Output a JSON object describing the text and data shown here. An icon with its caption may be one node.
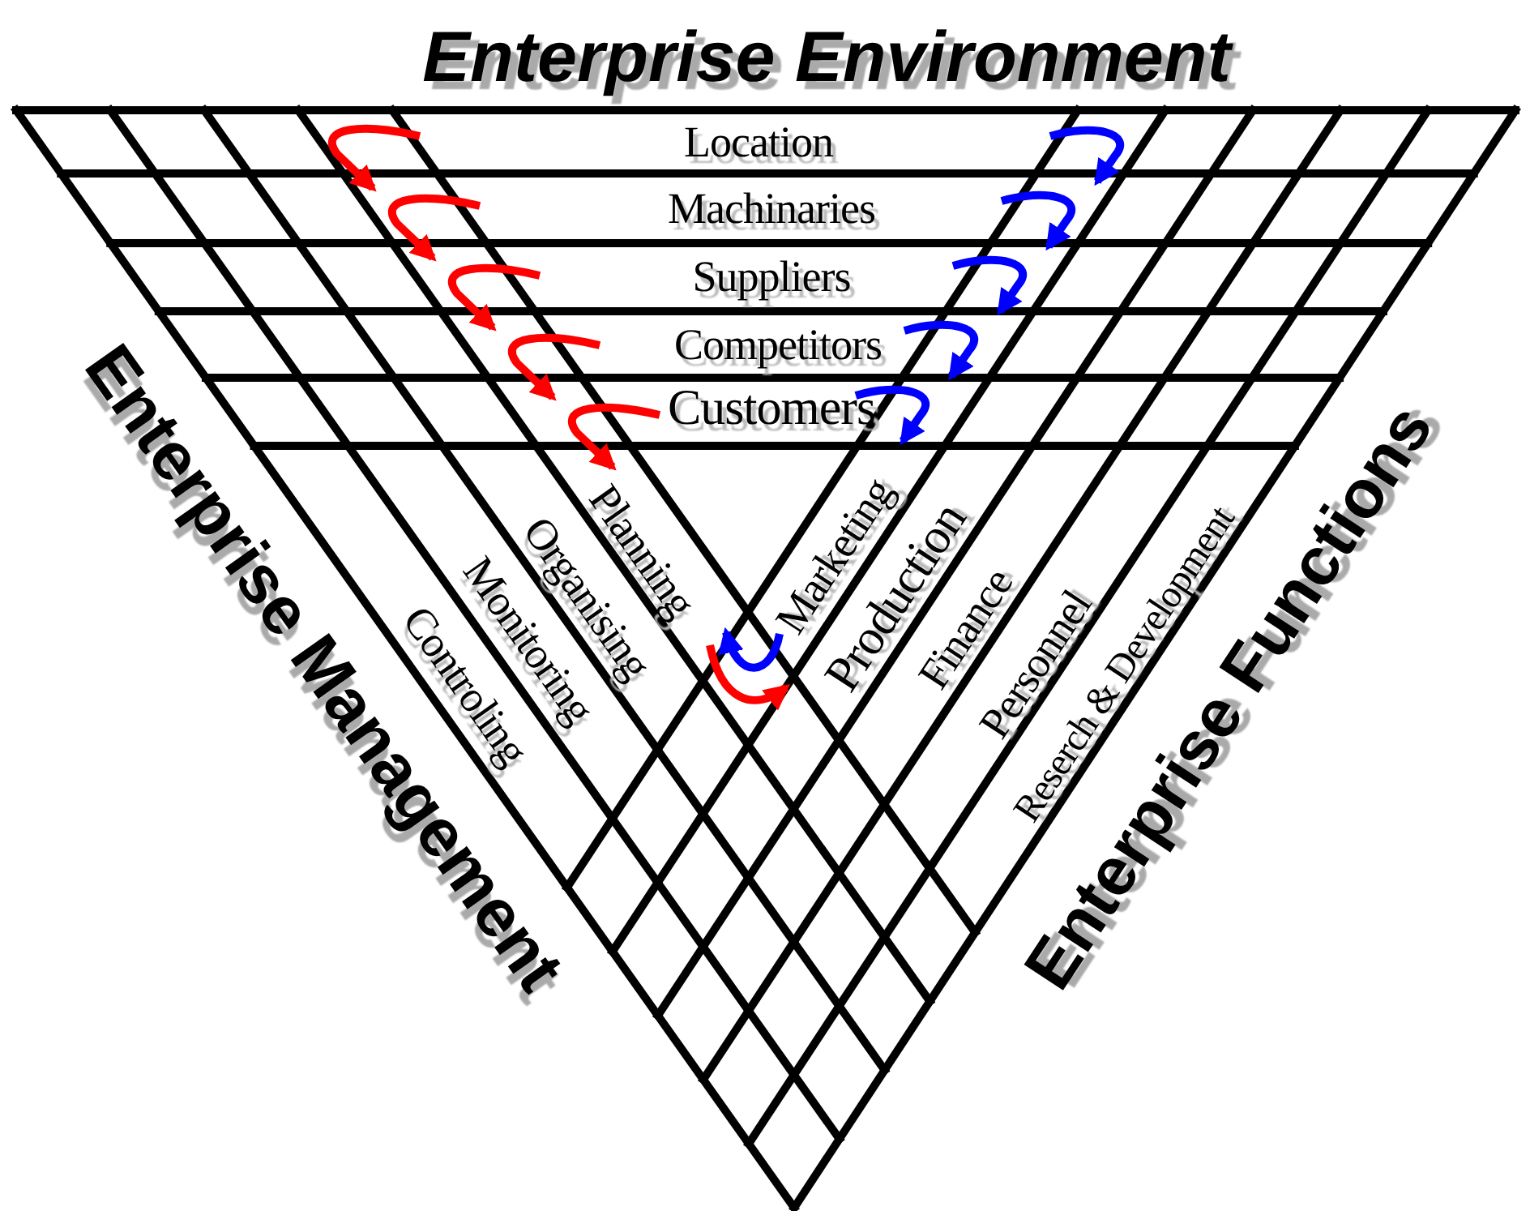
{
  "diagram": {
    "title": "Enterprise Environment",
    "labels": [
      "Location",
      "Machinaries",
      "Suppliers",
      "Competitors",
      "Customers",
      "Enterprise Management",
      "Planning",
      "Marketing",
      "Organising",
      "Production",
      "Monitoring",
      "Finance",
      "Controling",
      "Personnel",
      "Reserch & Development",
      "Enterprise Functions"
    ]
  }
}
